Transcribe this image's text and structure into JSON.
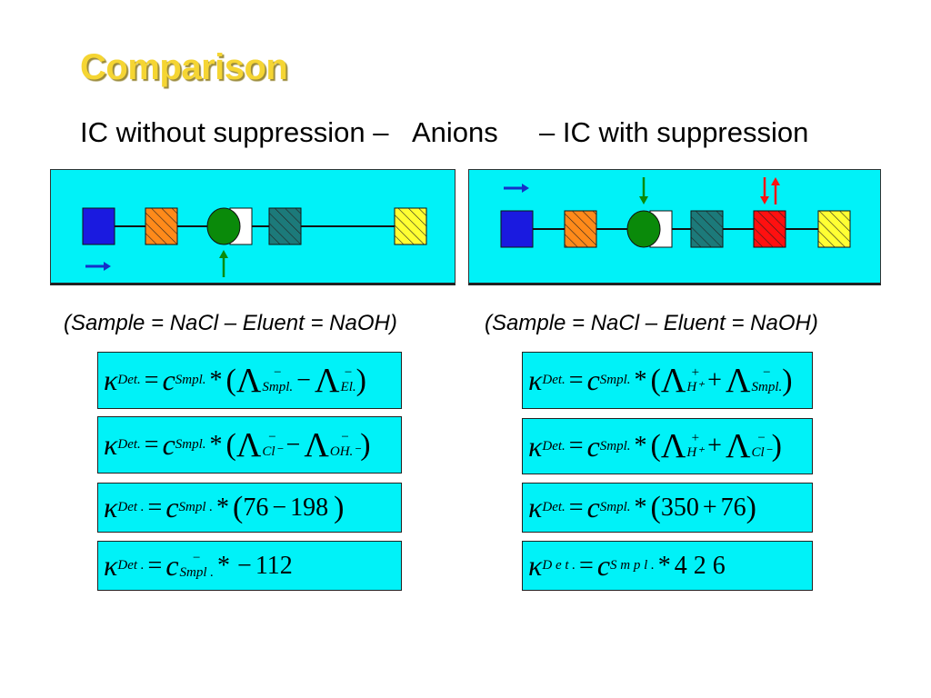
{
  "title": "Comparison",
  "subtitle": {
    "left": "IC without suppression –",
    "center": "Anions",
    "right": "– IC with suppression"
  },
  "captions": {
    "left": "(Sample = NaCl – Eluent = NaOH)",
    "right": "(Sample = NaCl – Eluent = NaOH)"
  },
  "formulas": {
    "left": [
      {
        "kappa": "κ",
        "kappa_sub": "Det.",
        "eq": "=",
        "c": "c",
        "c_sub": "Smpl.",
        "star": "*",
        "open": "(",
        "lam1_sup": "−",
        "lam1_sub": "Smpl.",
        "minus": "−",
        "lam2_sup": "−",
        "lam2_sub": "El.",
        "close": ")"
      },
      {
        "kappa": "κ",
        "kappa_sub": "Det.",
        "eq": "=",
        "c": "c",
        "c_sub": "Smpl.",
        "star": "*",
        "open": "(",
        "lam1_sup": "−",
        "lam1_sub": "Cl⁻",
        "minus": "−",
        "lam2_sup": "−",
        "lam2_sub": "OH.⁻",
        "close": ")"
      },
      {
        "kappa": "κ",
        "kappa_sub": "Det .",
        "eq": "=",
        "c": "c",
        "c_sub": "Smpl .",
        "star": "*",
        "open": "(",
        "a": "76",
        "minus": "−",
        "b": "198",
        "close": ")"
      },
      {
        "kappa": "κ",
        "kappa_sub": "Det .",
        "eq": "=",
        "c": "c",
        "c_sup": "−",
        "c_sub": "Smpl .",
        "star": "*",
        "minus": "−",
        "value": "112"
      }
    ],
    "right": [
      {
        "kappa": "κ",
        "kappa_sub": "Det.",
        "eq": "=",
        "c": "c",
        "c_sub": "Smpl.",
        "star": "*",
        "open": "(",
        "lam1_sup": "+",
        "lam1_sub": "H⁺",
        "plus": "+",
        "lam2_sup": "−",
        "lam2_sub": "Smpl.",
        "close": ")"
      },
      {
        "kappa": "κ",
        "kappa_sub": "Det.",
        "eq": "=",
        "c": "c",
        "c_sub": "Smpl.",
        "star": "*",
        "open": "(",
        "lam1_sup": "+",
        "lam1_sub": "H⁺",
        "plus": "+",
        "lam2_sup": "−",
        "lam2_sub": "Cl⁻",
        "close": ")"
      },
      {
        "kappa": "κ",
        "kappa_sub": "Det.",
        "eq": "=",
        "c": "c",
        "c_sub": "Smpl.",
        "star": "*",
        "open": "(",
        "a": "350",
        "plus": "+",
        "b": "76",
        "close": ")"
      },
      {
        "kappa": "κ",
        "kappa_sub": "D e t .",
        "eq": "=",
        "c": "c",
        "c_sub": "S m p l .",
        "star": "*",
        "value": "4 2 6"
      }
    ]
  },
  "colors": {
    "panel": "#00f2f8",
    "pump": "#1a1ae0",
    "injector": "#ff8a1a",
    "column": "#0a8a0a",
    "separator": "#1c7a7a",
    "suppressor": "#ff1010",
    "detector": "#ffff33",
    "flow_arrow": "#1530c8",
    "sample_arrow": "#0a8a0a",
    "regen_arrow": "#ff1010"
  }
}
